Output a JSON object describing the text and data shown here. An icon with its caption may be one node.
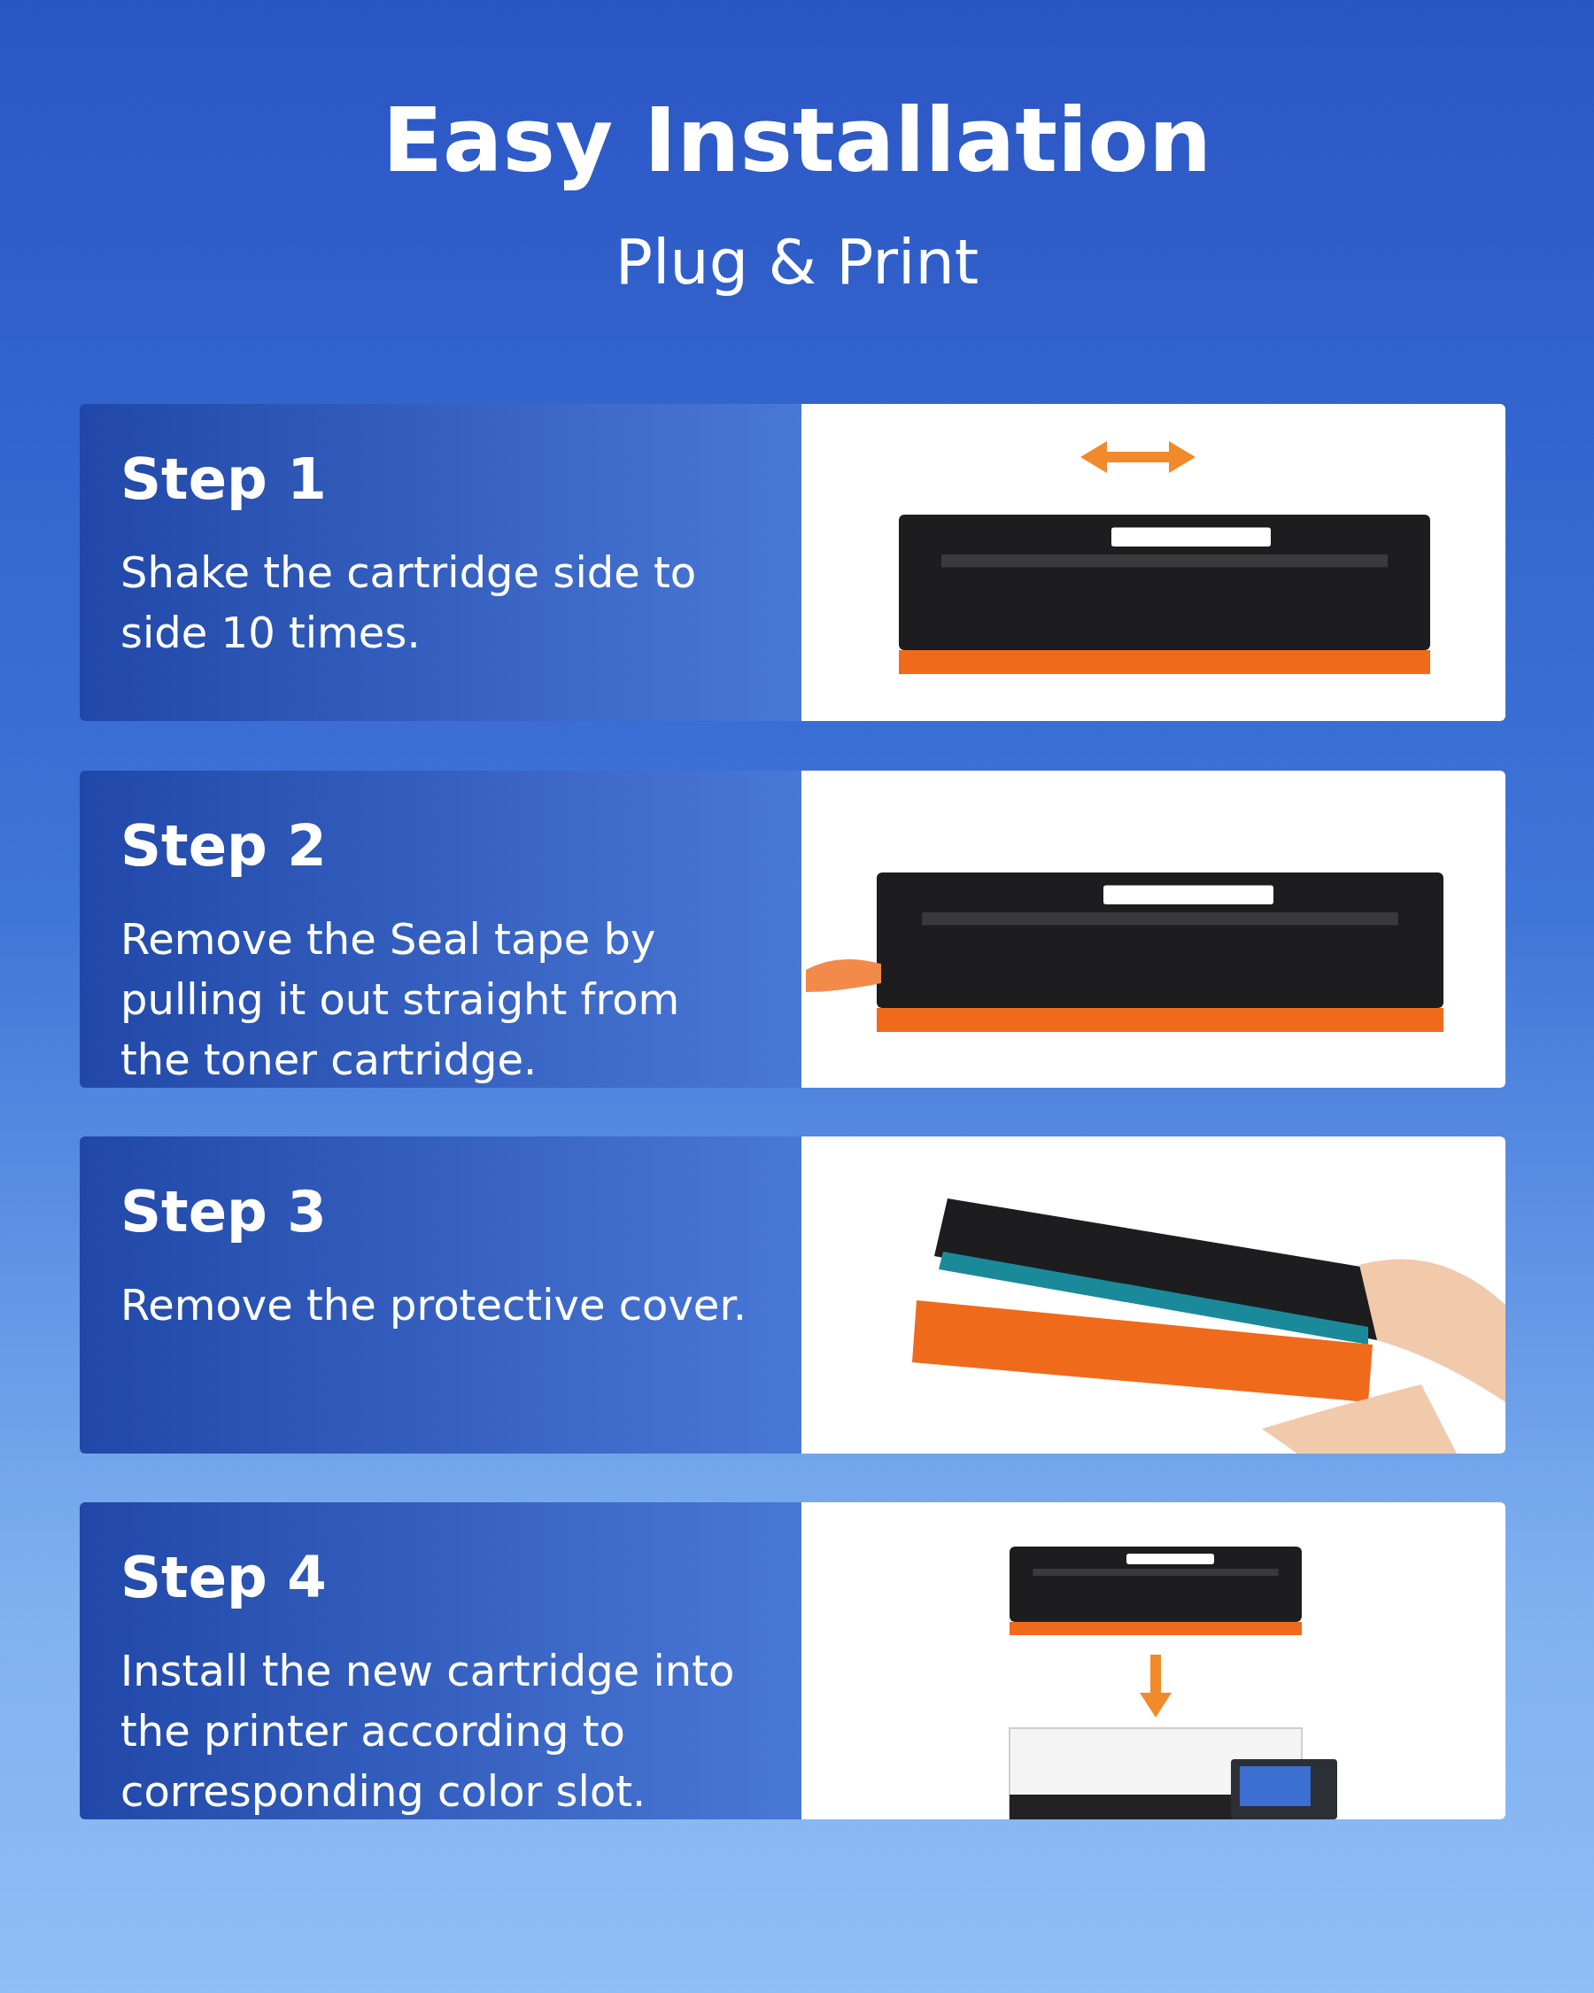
{
  "diagram": {
    "title": "Easy Installation",
    "caption": "Plug & Print",
    "nodes": [
      {
        "text": [
          "Step 1",
          "Shake the cartridge side to side 10 times."
        ]
      },
      {
        "text": [],
        "shape": "picture"
      },
      {
        "text": [
          "Step 2",
          "Remove the Seal tape by pulling it out straight from the toner cartridge."
        ]
      },
      {
        "text": [],
        "shape": "picture"
      },
      {
        "text": [
          "Step 3",
          "Remove the protective cover."
        ]
      },
      {
        "text": [],
        "shape": "picture"
      },
      {
        "text": [
          "Step 4",
          "Install the new cartridge into the printer according to corresponding color slot."
        ]
      },
      {
        "text": [],
        "shape": "picture"
      }
    ]
  }
}
